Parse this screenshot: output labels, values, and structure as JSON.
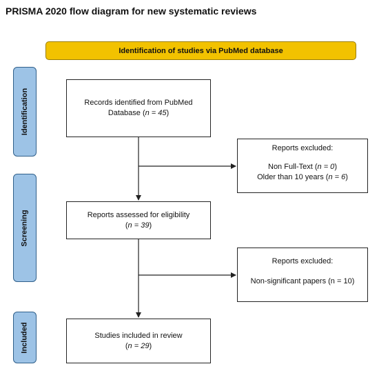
{
  "title": "PRISMA 2020 flow diagram for new systematic reviews",
  "banner": "Identification of studies via PubMed database",
  "stages": {
    "identification": "Identification",
    "screening": "Screening",
    "included": "Included"
  },
  "records": {
    "line1": "Records identified from PubMed",
    "line2_prefix": "Database (",
    "line2_n": "n = 45",
    "line2_suffix": ")"
  },
  "excluded_1": {
    "heading": "Reports excluded:",
    "line1_prefix": "Non Full-Text (",
    "line1_n": "n = 0",
    "line1_suffix": ")",
    "line2_prefix": "Older than 10 years (",
    "line2_n": "n = 6",
    "line2_suffix": ")"
  },
  "assessed": {
    "line1": "Reports assessed for eligibility",
    "line2_prefix": "(",
    "line2_n": "n = 39",
    "line2_suffix": ")"
  },
  "excluded_2": {
    "heading": "Reports excluded:",
    "line1": "Non-significant papers (n = 10)"
  },
  "included": {
    "line1": "Studies included in review",
    "line2_prefix": "(",
    "line2_n": "n = 29",
    "line2_suffix": ")"
  },
  "colors": {
    "banner": "#f2c200",
    "stage": "#9dc3e6",
    "line": "#222222"
  }
}
